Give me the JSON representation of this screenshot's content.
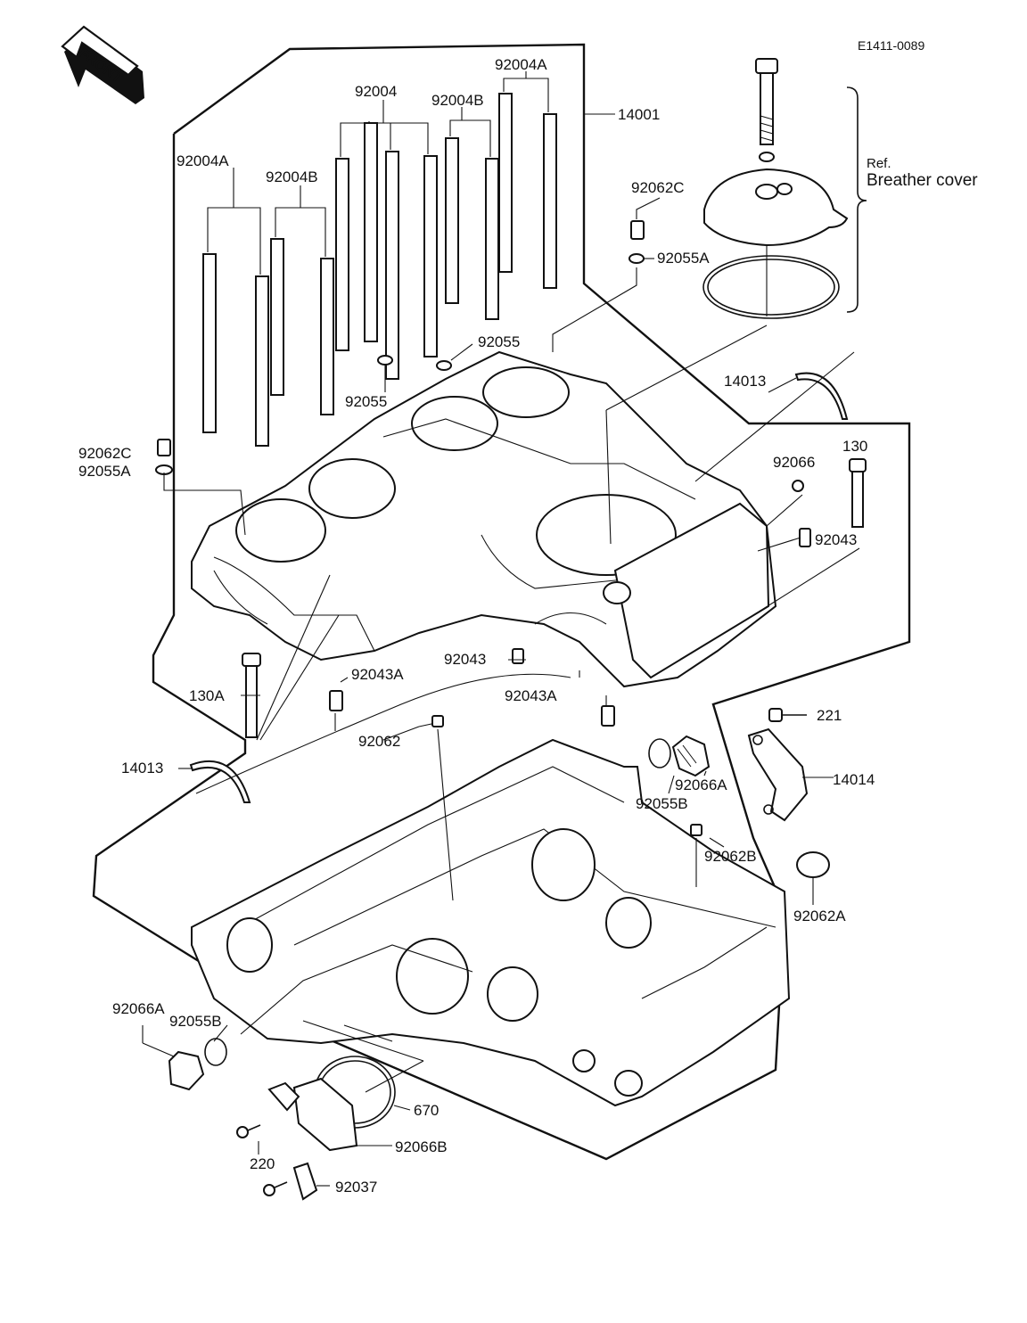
{
  "document": {
    "id": "E1411-0089",
    "direction_badge": "FRONT"
  },
  "reference": {
    "prefix": "Ref.",
    "name": "Breather cover"
  },
  "callouts": {
    "c14001": "14001",
    "c92004_top": "92004",
    "c92004A_top": "92004A",
    "c92004B_top": "92004B",
    "c92004A_left": "92004A",
    "c92004B_left": "92004B",
    "c92062C_right": "92062C",
    "c92055A_right": "92055A",
    "c92055_right": "92055",
    "c92055_left": "92055",
    "c14013_right": "14013",
    "c92066_top": "92066",
    "c130": "130",
    "c92043_right": "92043",
    "c92062C_left": "92062C",
    "c92055A_left": "92055A",
    "c92043_mid": "92043",
    "c92043A_upper": "92043A",
    "c130A": "130A",
    "c92043A_lower": "92043A",
    "c92062": "92062",
    "c14013_left": "14013",
    "c221": "221",
    "c14014": "14014",
    "c92066A_right": "92066A",
    "c92055B_right": "92055B",
    "c92062B": "92062B",
    "c92062A": "92062A",
    "c92066A_left": "92066A",
    "c92055B_left": "92055B",
    "c670": "670",
    "c92066B": "92066B",
    "c220": "220",
    "c92037": "92037"
  }
}
